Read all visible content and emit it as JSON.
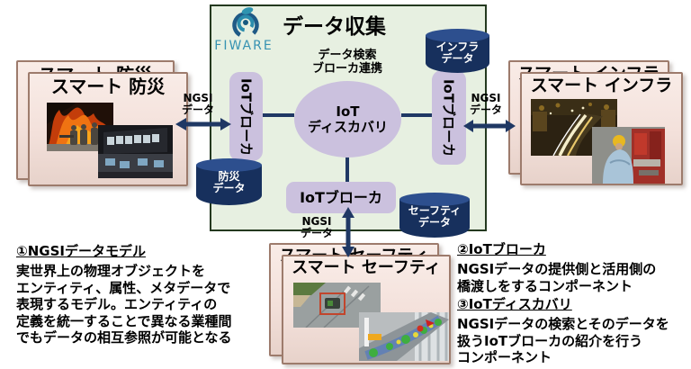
{
  "brand": {
    "wordmark": "FIWARE"
  },
  "diagram": {
    "title": "データ収集",
    "subtitle": "データ検索\nブローカ連携",
    "discovery_label": "IoT\nディスカバリ",
    "broker_left_label": "IoTブローカ",
    "broker_right_label": "IoTブローカ",
    "broker_bottom_label": "IoTブローカ",
    "cylinder_bousai": "防災\nデータ",
    "cylinder_infra": "インフラ\nデータ",
    "cylinder_safety": "セーフティ\nデータ",
    "ngsi_left": "NGSI\nデータ",
    "ngsi_right": "NGSI\nデータ",
    "ngsi_bottom": "NGSI\nデータ"
  },
  "cards": {
    "bousai": {
      "title": "スマート 防災"
    },
    "infra": {
      "title": "スマート インフラ"
    },
    "safety": {
      "title": "スマート セーフティ"
    }
  },
  "notes": [
    {
      "heading": "①NGSIデータモデル",
      "body": "実世界上の物理オブジェクトを\nエンティティ、属性、メタデータで\n表現するモデル。エンティティの\n定義を統一することで異なる業種間\nでもデータの相互参照が可能となる"
    },
    {
      "heading": "②IoTブローカ",
      "body": "NGSIデータの提供側と活用側の\n橋渡しをするコンポーネント"
    },
    {
      "heading": "③IoTディスカバリ",
      "body": "NGSIデータの検索とそのデータを\n扱うIoTブローカの紹介を行う\nコンポーネント"
    }
  ],
  "colors": {
    "navy": "#1f3864",
    "cylinder_cap": "#2d4f8e",
    "node_purple": "#cbc1de",
    "panel_green": "#e7f0e1",
    "panel_border": "#24391f",
    "card_border": "#9d7b6c",
    "fiware_teal": "#3792b2"
  }
}
